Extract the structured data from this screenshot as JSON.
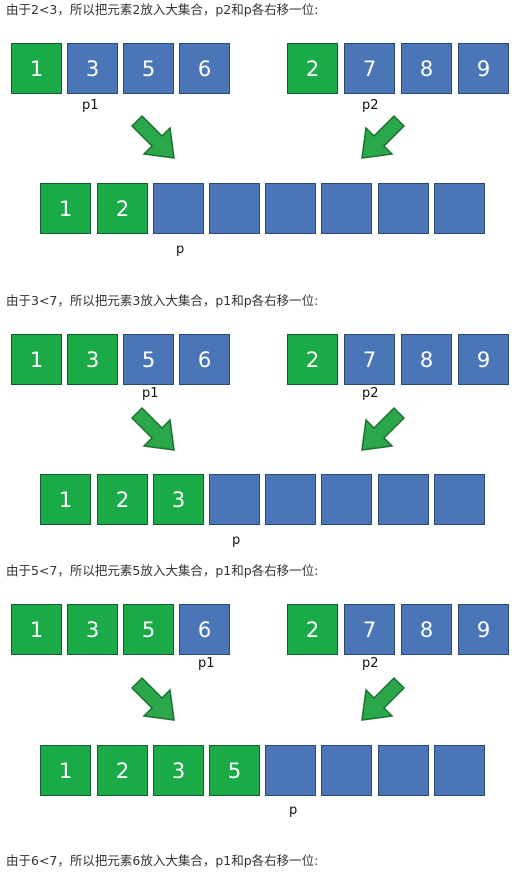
{
  "steps": [
    {
      "caption": "由于2<3，所以把元素2放入大集合，p2和p各右移一位:",
      "left": [
        "1",
        "3",
        "5",
        "6"
      ],
      "right": [
        "2",
        "7",
        "8",
        "9"
      ],
      "merged": [
        "1",
        "2",
        "",
        "",
        "",
        "",
        "",
        ""
      ],
      "left_green": [
        0
      ],
      "right_green": [
        0
      ],
      "merged_green": [
        0,
        1
      ],
      "p1_label": "",
      "p2_label": "p2",
      "p0_label": "p1",
      "p_label": "p"
    },
    {
      "caption": "由于3<7，所以把元素3放入大集合，p1和p各右移一位:",
      "left": [
        "1",
        "3",
        "5",
        "6"
      ],
      "right": [
        "2",
        "7",
        "8",
        "9"
      ],
      "merged": [
        "1",
        "2",
        "3",
        "",
        "",
        "",
        "",
        ""
      ],
      "left_green": [
        0,
        1
      ],
      "right_green": [
        0
      ],
      "merged_green": [
        0,
        1,
        2
      ],
      "p1_label": "p1",
      "p2_label": "p2",
      "p_label": "p"
    },
    {
      "caption": "由于5<7，所以把元素5放入大集合，p1和p各右移一位:",
      "left": [
        "1",
        "3",
        "5",
        "6"
      ],
      "right": [
        "2",
        "7",
        "8",
        "9"
      ],
      "merged": [
        "1",
        "2",
        "3",
        "5",
        "",
        "",
        "",
        ""
      ],
      "left_green": [
        0,
        1,
        2
      ],
      "right_green": [
        0
      ],
      "merged_green": [
        0,
        1,
        2,
        3
      ],
      "p1_label": "p1",
      "p2_label": "p2",
      "p_label": "p"
    }
  ],
  "final_caption": "由于6<7，所以把元素6放入大集合，p1和p各右移一位:",
  "colors": {
    "blue": "#4a76b7",
    "green": "#1aaa48",
    "arrow": "#2aa84a"
  }
}
